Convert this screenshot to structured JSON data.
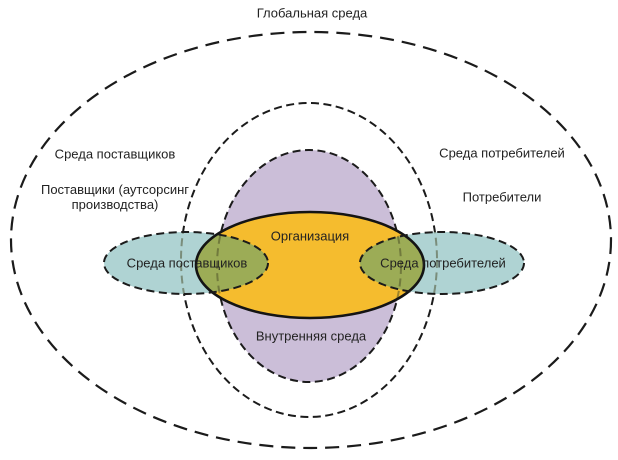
{
  "diagram": {
    "labels": {
      "global_environment": "Глобальная среда",
      "suppliers_environment_outer": "Среда поставщиков",
      "suppliers_outsourcing": "Поставщики (аутсорсинг производства)",
      "consumers_environment_outer": "Среда потребителей",
      "consumers": "Потребители",
      "organization": "Организация",
      "suppliers_environment_inner": "Среда поставщиков",
      "consumers_environment_inner": "Среда потребителей",
      "internal_environment": "Внутренняя среда"
    },
    "colors": {
      "organization_fill": "#F5BC2E",
      "internal_environment_fill": "#CBBED8",
      "suppliers_consumers_fill": "#AFD3D3",
      "overlap_fill": "#9CAC56",
      "stroke": "#1B1B1B"
    }
  }
}
